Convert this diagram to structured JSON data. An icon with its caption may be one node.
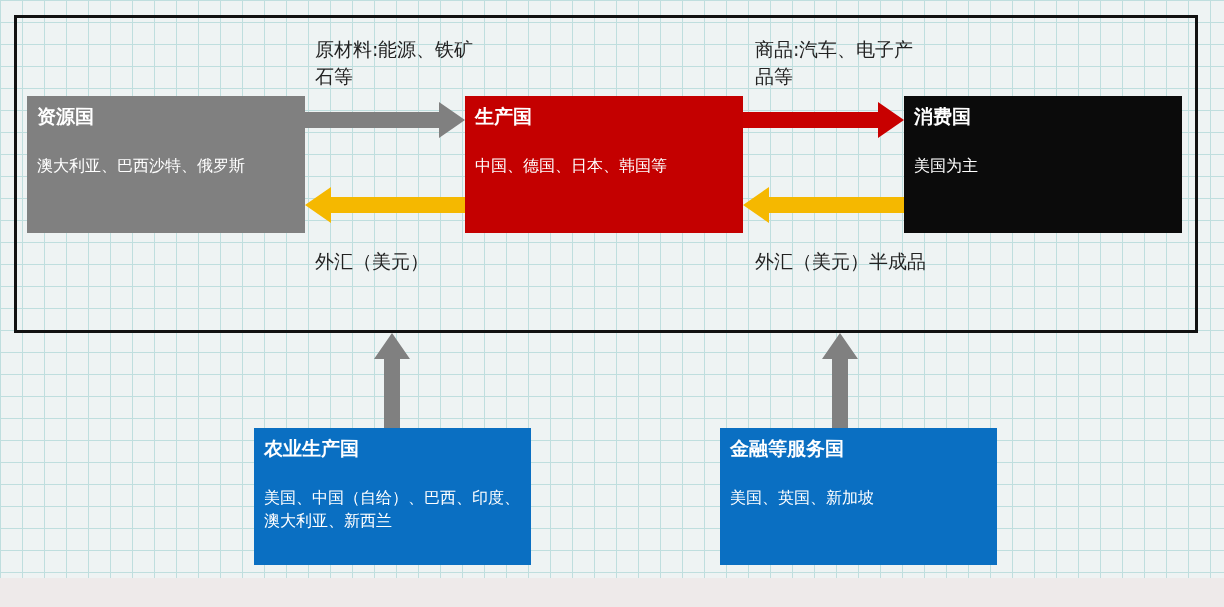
{
  "diagram": {
    "nodes": [
      {
        "text": [],
        "shape": "box"
      },
      {
        "text": [
          "资源国",
          "澳大利亚、巴西沙特、俄罗斯"
        ],
        "in": 0
      },
      {
        "text": [
          "生产国",
          "中国、德国、日本、韩国等"
        ],
        "in": 0
      },
      {
        "text": [
          "消费国",
          "美国为主"
        ],
        "in": 0
      },
      {
        "text": [
          "农业生产国",
          "美国、中国（自给）、巴西、印度、澳大利亚、新西兰"
        ]
      },
      {
        "text": [
          "金融等服务国",
          "美国、英国、新加坡"
        ]
      }
    ],
    "edges": [
      {
        "from": 1,
        "to": 2,
        "arrow": "to",
        "label": "原材料:能源、铁矿石等",
        "style": "thick",
        "color": "#808080"
      },
      {
        "from": 2,
        "to": 1,
        "arrow": "to",
        "label": "外汇（美元）",
        "style": "thick",
        "color": "#f5b800"
      },
      {
        "from": 2,
        "to": 3,
        "arrow": "to",
        "label": "商品:汽车、电子产品等",
        "style": "thick",
        "color": "#c80000"
      },
      {
        "from": 3,
        "to": 2,
        "arrow": "to",
        "label": "外汇（美元）半成品",
        "style": "thick",
        "color": "#f5b800"
      },
      {
        "from": 4,
        "to": 0,
        "arrow": "to",
        "style": "thick",
        "color": "#808080"
      },
      {
        "from": 5,
        "to": 0,
        "arrow": "to",
        "style": "thick",
        "color": "#808080"
      }
    ]
  }
}
